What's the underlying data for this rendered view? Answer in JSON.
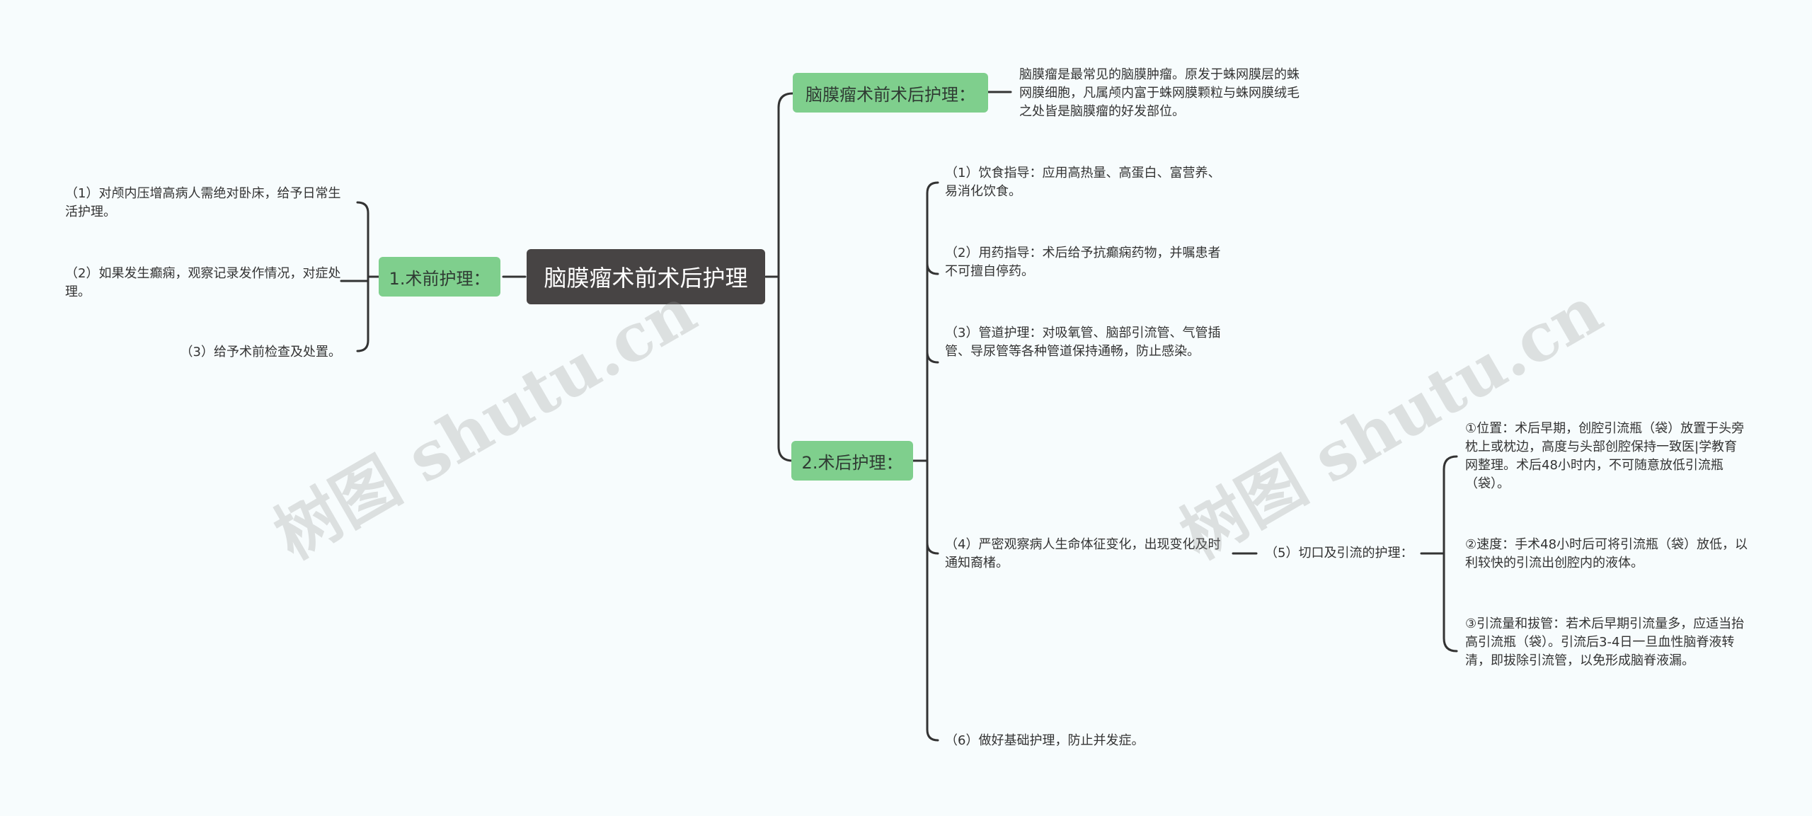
{
  "root": {
    "title": "脑膜瘤术前术后护理"
  },
  "intro": {
    "label": "脑膜瘤术前术后护理：",
    "text": "脑膜瘤是最常见的脑膜肿瘤。原发于蛛网膜层的蛛网膜细胞，凡属颅内富于蛛网膜颗粒与蛛网膜绒毛之处皆是脑膜瘤的好发部位。"
  },
  "preop": {
    "label": "1.术前护理：",
    "items": [
      "（1）对颅内压增高病人需绝对卧床，给予日常生活护理。",
      "（2）如果发生癫痫，观察记录发作情况，对症处理。",
      "（3）给予术前检查及处置。"
    ]
  },
  "postop": {
    "label": "2.术后护理：",
    "items": [
      "（1）饮食指导：应用高热量、高蛋白、富营养、易消化饮食。",
      "（2）用药指导：术后给予抗癫痫药物，并嘱患者不可擅自停药。",
      "（3）管道护理：对吸氧管、脑部引流管、气管插管、导尿管等各种管道保持通畅，防止感染。",
      "（4）严密观察病人生命体征变化，出现变化及时通知裔楮。",
      "（6）做好基础护理，防止并发症。"
    ],
    "drain": {
      "label": "（5）切口及引流的护理：",
      "items": [
        "①位置：术后早期，创腔引流瓶（袋）放置于头旁枕上或枕边，高度与头部创腔保持一致医|学教育网整理。术后48小时内，不可随意放低引流瓶（袋）。",
        "②速度：手术48小时后可将引流瓶（袋）放低，以利较快的引流出创腔内的液体。",
        "③引流量和拔管：若术后早期引流量多，应适当抬高引流瓶（袋）。引流后3-4日一旦血性脑脊液转清，即拔除引流管，以免形成脑脊液漏。"
      ]
    }
  },
  "watermarks": [
    "树图 shutu.cn",
    "树图 shutu.cn"
  ],
  "colors": {
    "root": "#474444",
    "branch": "#7fcf8d",
    "line": "#333333",
    "background": "#f7fcfd"
  }
}
